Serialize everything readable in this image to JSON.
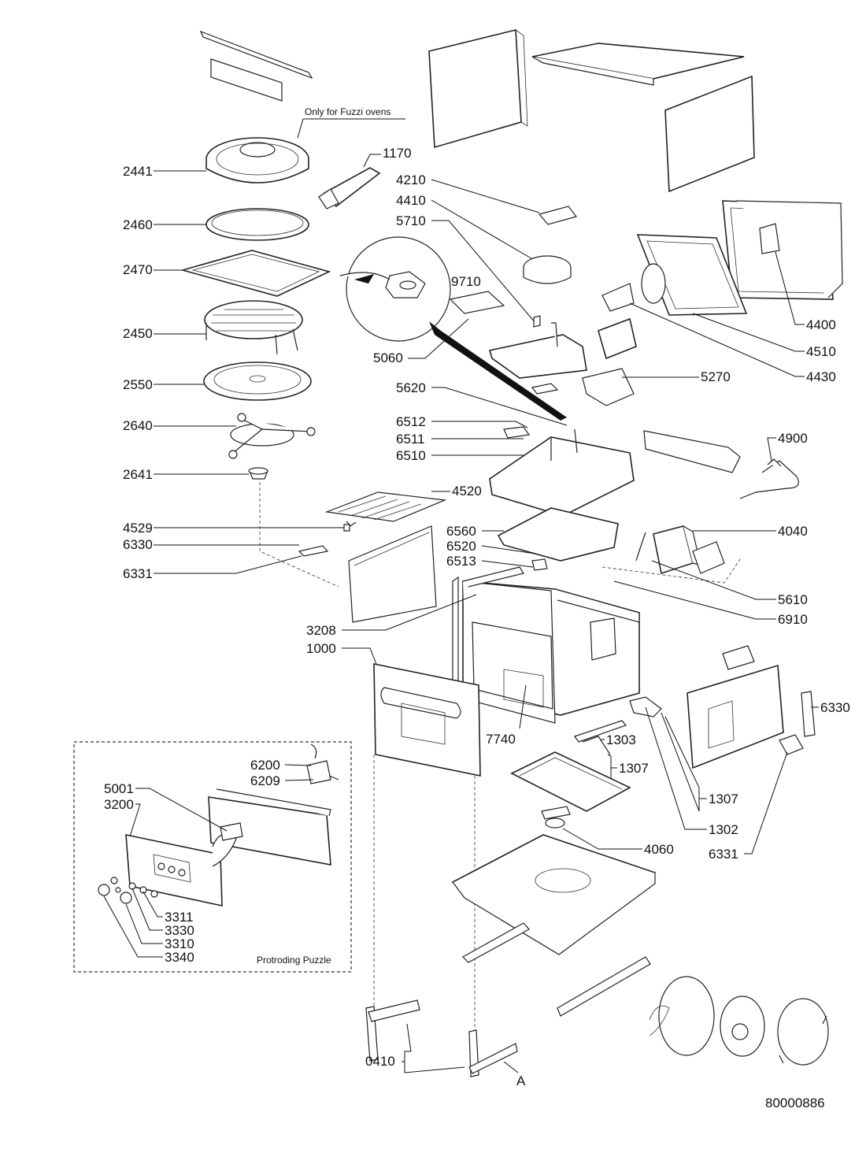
{
  "diagram": {
    "note_fuzzi": "Only for Fuzzi ovens",
    "inset_caption": "Protroding Puzzle",
    "drawing_number": "80000886",
    "letter_a": "A",
    "labels": {
      "l2441": "2441",
      "l1170": "1170",
      "l2460": "2460",
      "l2470": "2470",
      "l2450": "2450",
      "l2550": "2550",
      "l2640": "2640",
      "l2641": "2641",
      "l4210": "4210",
      "l4410": "4410",
      "l5710": "5710",
      "l9710": "9710",
      "l5060": "5060",
      "l5620": "5620",
      "l5270": "5270",
      "l4400": "4400",
      "l4510": "4510",
      "l4430": "4430",
      "l6512": "6512",
      "l6511": "6511",
      "l6510": "6510",
      "l4900": "4900",
      "l4520": "4520",
      "l4529": "4529",
      "l6330a": "6330",
      "l6331a": "6331",
      "l6560": "6560",
      "l6520": "6520",
      "l6513": "6513",
      "l4040": "4040",
      "l5610": "5610",
      "l6910": "6910",
      "l3208": "3208",
      "l1000": "1000",
      "l7740": "7740",
      "l1303": "1303",
      "l1307a": "1307",
      "l1307b": "1307",
      "l1302": "1302",
      "l6330b": "6330",
      "l6331b": "6331",
      "l4060": "4060",
      "l6200": "6200",
      "l6209": "6209",
      "l5001": "5001",
      "l3200": "3200",
      "l3311": "3311",
      "l3330": "3330",
      "l3310": "3310",
      "l3340": "3340",
      "l0410": "0410"
    }
  }
}
